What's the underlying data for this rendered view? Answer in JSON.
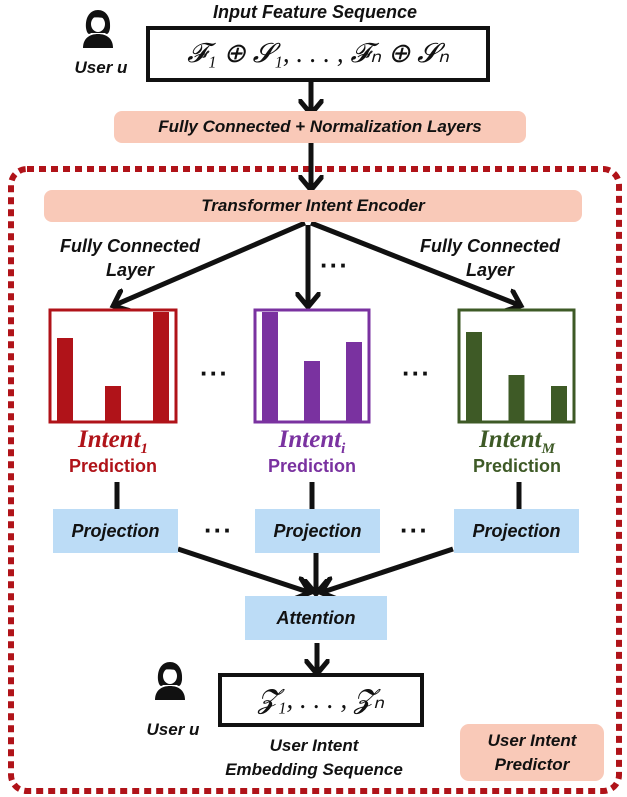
{
  "title": "Input Feature Sequence",
  "user_label": "User u",
  "input_sequence": "𝓕₁ ⊕ 𝓢₁, . . . , 𝓕ₙ ⊕ 𝓢ₙ",
  "fc_norm_label": "Fully Connected + Normalization Layers",
  "transformer_label": "Transformer Intent Encoder",
  "fc_layer_left": [
    "Fully Connected",
    "Layer"
  ],
  "fc_layer_right": [
    "Fully Connected",
    "Layer"
  ],
  "ellipsis": "···",
  "intents": [
    {
      "name": "Intent",
      "sub": "1",
      "prediction": "Prediction",
      "color": "#b01319",
      "bar_levels": [
        0.76,
        0.33,
        1.0
      ]
    },
    {
      "name": "Intent",
      "sub": "i",
      "prediction": "Prediction",
      "color": "#7a32a0",
      "bar_levels": [
        1.0,
        0.55,
        0.73
      ]
    },
    {
      "name": "Intent",
      "sub": "M",
      "prediction": "Prediction",
      "color": "#3e5a26",
      "bar_levels": [
        0.82,
        0.43,
        0.33
      ]
    }
  ],
  "projection_label": "Projection",
  "attention_label": "Attention",
  "output_sequence": "𝓩₁, . . . , 𝓩ₙ",
  "output_caption": [
    "User Intent",
    "Embedding Sequence"
  ],
  "predictor_label": [
    "User Intent",
    "Predictor"
  ],
  "colors": {
    "pink": "#f9c9b8",
    "blue": "#bcdcf6",
    "dashed_border": "#b01319"
  },
  "icons": [
    "user-icon"
  ]
}
